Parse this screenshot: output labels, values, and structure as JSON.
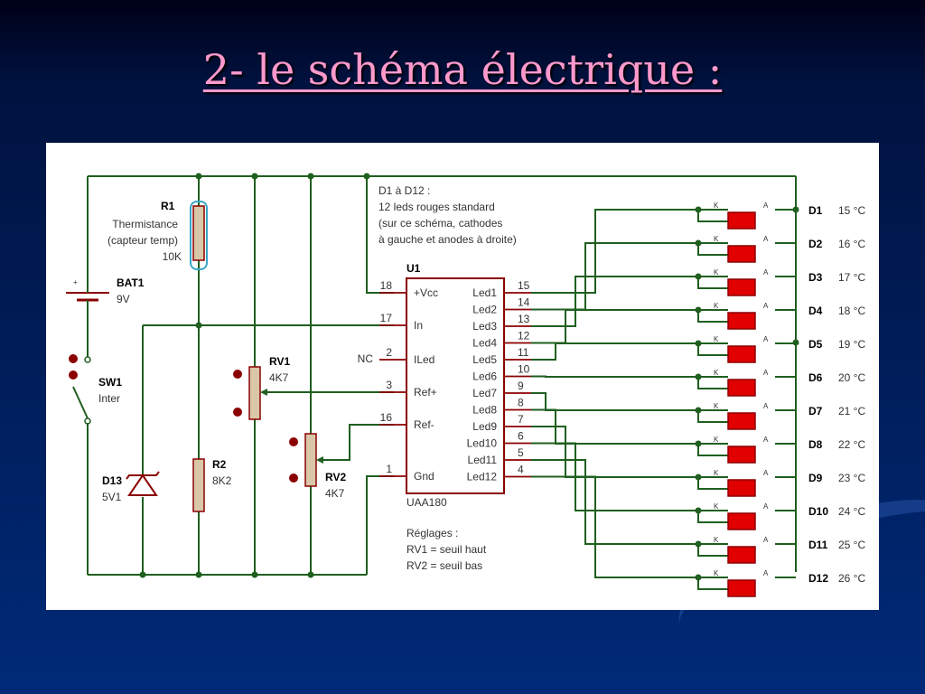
{
  "slide": {
    "title": "2- le schéma électrique :"
  },
  "diagram": {
    "note": [
      "D1 à D12 :",
      "12 leds rouges standard",
      "(sur ce schéma, cathodes",
      "à gauche et anodes à droite)"
    ],
    "r1": {
      "ref": "R1",
      "desc": [
        "Thermistance",
        "(capteur temp)"
      ],
      "value": "10K"
    },
    "bat1": {
      "ref": "BAT1",
      "value": "9V",
      "plus": "+"
    },
    "sw1": {
      "ref": "SW1",
      "value": "Inter"
    },
    "rv1": {
      "ref": "RV1",
      "value": "4K7"
    },
    "rv2": {
      "ref": "RV2",
      "value": "4K7"
    },
    "r2": {
      "ref": "R2",
      "value": "8K2"
    },
    "d13": {
      "ref": "D13",
      "value": "5V1"
    },
    "nc": "NC",
    "ic": {
      "ref": "U1",
      "part": "UAA180",
      "left_pins": [
        {
          "num": "18",
          "name": "+Vcc"
        },
        {
          "num": "17",
          "name": "In"
        },
        {
          "num": "2",
          "name": "ILed"
        },
        {
          "num": "3",
          "name": "Ref+"
        },
        {
          "num": "16",
          "name": "Ref-"
        },
        {
          "num": "1",
          "name": "Gnd"
        }
      ],
      "right_pins": [
        {
          "num": "15",
          "name": "Led1"
        },
        {
          "num": "14",
          "name": "Led2"
        },
        {
          "num": "13",
          "name": "Led3"
        },
        {
          "num": "12",
          "name": "Led4"
        },
        {
          "num": "11",
          "name": "Led5"
        },
        {
          "num": "10",
          "name": "Led6"
        },
        {
          "num": "9",
          "name": "Led7"
        },
        {
          "num": "8",
          "name": "Led8"
        },
        {
          "num": "7",
          "name": "Led9"
        },
        {
          "num": "6",
          "name": "Led10"
        },
        {
          "num": "5",
          "name": "Led11"
        },
        {
          "num": "4",
          "name": "Led12"
        }
      ]
    },
    "settings": [
      "Réglages :",
      "RV1 = seuil haut",
      "RV2 = seuil bas"
    ],
    "led_k": "K",
    "led_a": "A",
    "leds": [
      {
        "ref": "D1",
        "temp": "15 °C"
      },
      {
        "ref": "D2",
        "temp": "16 °C"
      },
      {
        "ref": "D3",
        "temp": "17 °C"
      },
      {
        "ref": "D4",
        "temp": "18 °C"
      },
      {
        "ref": "D5",
        "temp": "19 °C"
      },
      {
        "ref": "D6",
        "temp": "20 °C"
      },
      {
        "ref": "D7",
        "temp": "21 °C"
      },
      {
        "ref": "D8",
        "temp": "22 °C"
      },
      {
        "ref": "D9",
        "temp": "23 °C"
      },
      {
        "ref": "D10",
        "temp": "24 °C"
      },
      {
        "ref": "D11",
        "temp": "25 °C"
      },
      {
        "ref": "D12",
        "temp": "26 °C"
      }
    ],
    "colors": {
      "wire": "#1f5f1f",
      "led": "#e00000",
      "pin": "#8b0000",
      "title": "#ff99cc"
    }
  }
}
